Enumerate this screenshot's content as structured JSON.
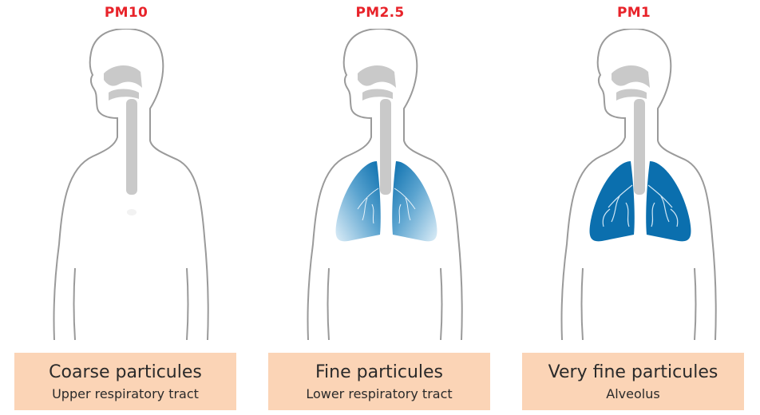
{
  "panels": [
    {
      "title": "PM10",
      "caption_main": "Coarse particules",
      "caption_sub": "Upper respiratory tract",
      "lung_state": "none"
    },
    {
      "title": "PM2.5",
      "caption_main": "Fine particules",
      "caption_sub": "Lower respiratory tract",
      "lung_state": "partial"
    },
    {
      "title": "PM1",
      "caption_main": "Very fine particules",
      "caption_sub": "Alveolus",
      "lung_state": "full"
    }
  ],
  "colors": {
    "title": "#e8232a",
    "caption_background": "#fbd4b6",
    "outline": "#9a9a9a",
    "airway": "#c9c9c9",
    "lung_dark": "#0b6fae",
    "lung_light": "#dcedf7"
  },
  "icons": [
    "human-silhouette-icon",
    "airway-icon",
    "lungs-icon"
  ]
}
